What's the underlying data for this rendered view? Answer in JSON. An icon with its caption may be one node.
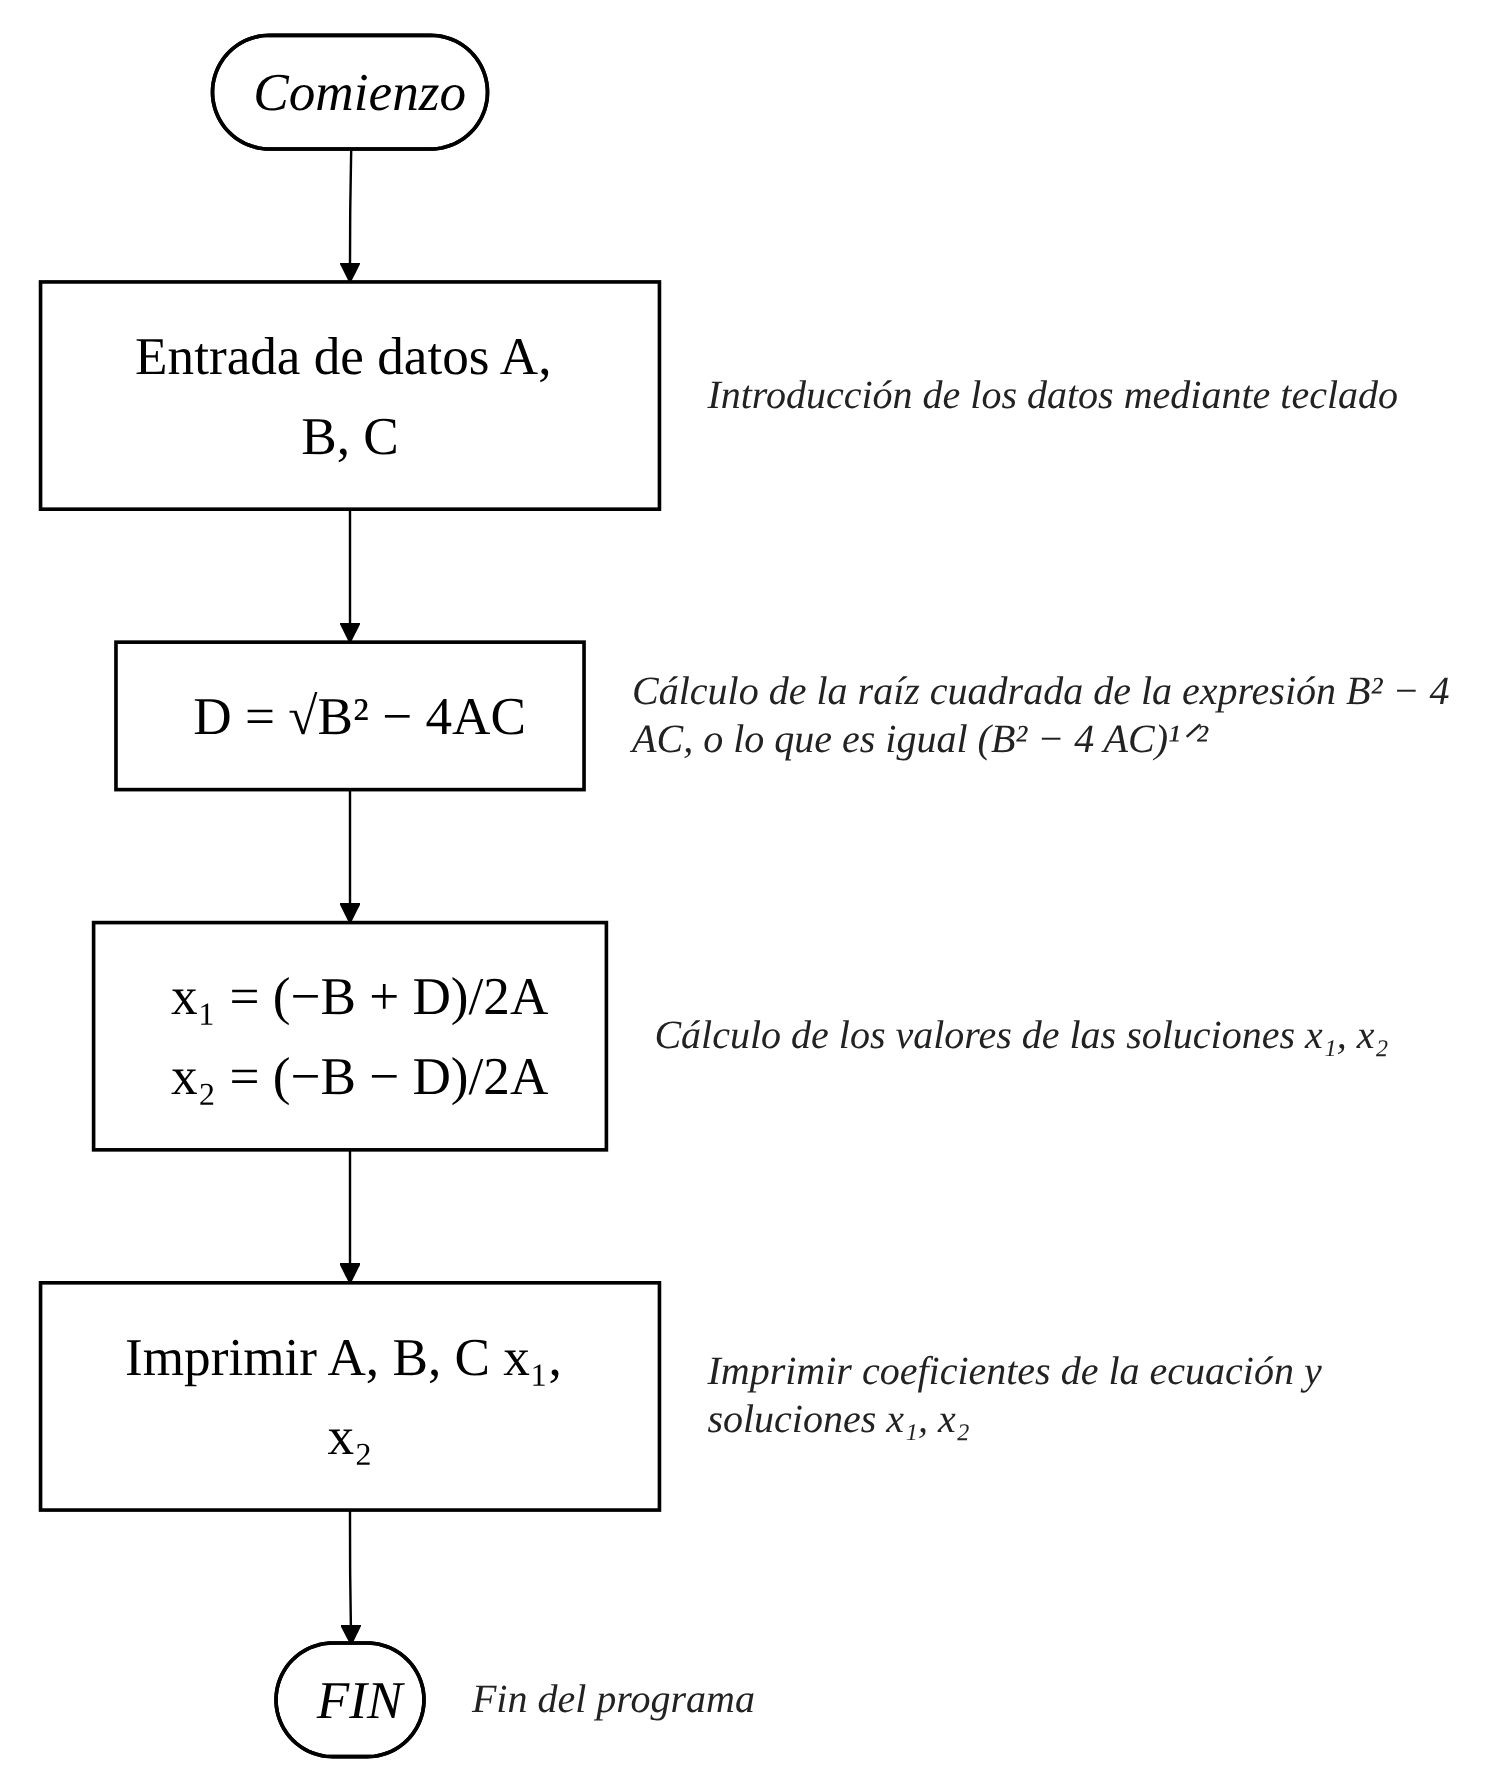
{
  "diagram": {
    "nodes": [
      {
        "text": [
          "Comienzo"
        ]
      },
      {
        "text": [
          "Entrada de datos A, B, C"
        ],
        "beside": [
          "Introducción de los datos mediante teclado"
        ]
      },
      {
        "text": [
          "D = √B² − 4AC"
        ],
        "beside": [
          "Cálculo de la raíz cuadrada de la expresión B² − 4 AC, o lo que es igual (B² − 4 AC)¹ᐟ²"
        ]
      },
      {
        "text": [
          "x₁ = (−B + D)/2A",
          "x₂ = (−B − D)/2A"
        ],
        "beside": [
          "Cálculo de los valores de las soluciones x₁, x₂"
        ]
      },
      {
        "text": [
          "Imprimir A, B, C x₁, x₂"
        ],
        "beside": [
          "Imprimir coeficientes de la ecuación y soluciones x₁, x₂"
        ]
      },
      {
        "text": [
          "FIN"
        ],
        "beside": [
          "Fin del programa"
        ]
      }
    ],
    "edges": [
      {
        "from": 0,
        "to": 1,
        "arrow": "to"
      },
      {
        "from": 1,
        "to": 2,
        "arrow": "to"
      },
      {
        "from": 2,
        "to": 3,
        "arrow": "to"
      },
      {
        "from": 3,
        "to": 4,
        "arrow": "to"
      },
      {
        "from": 4,
        "to": 5,
        "arrow": "to"
      }
    ]
  }
}
